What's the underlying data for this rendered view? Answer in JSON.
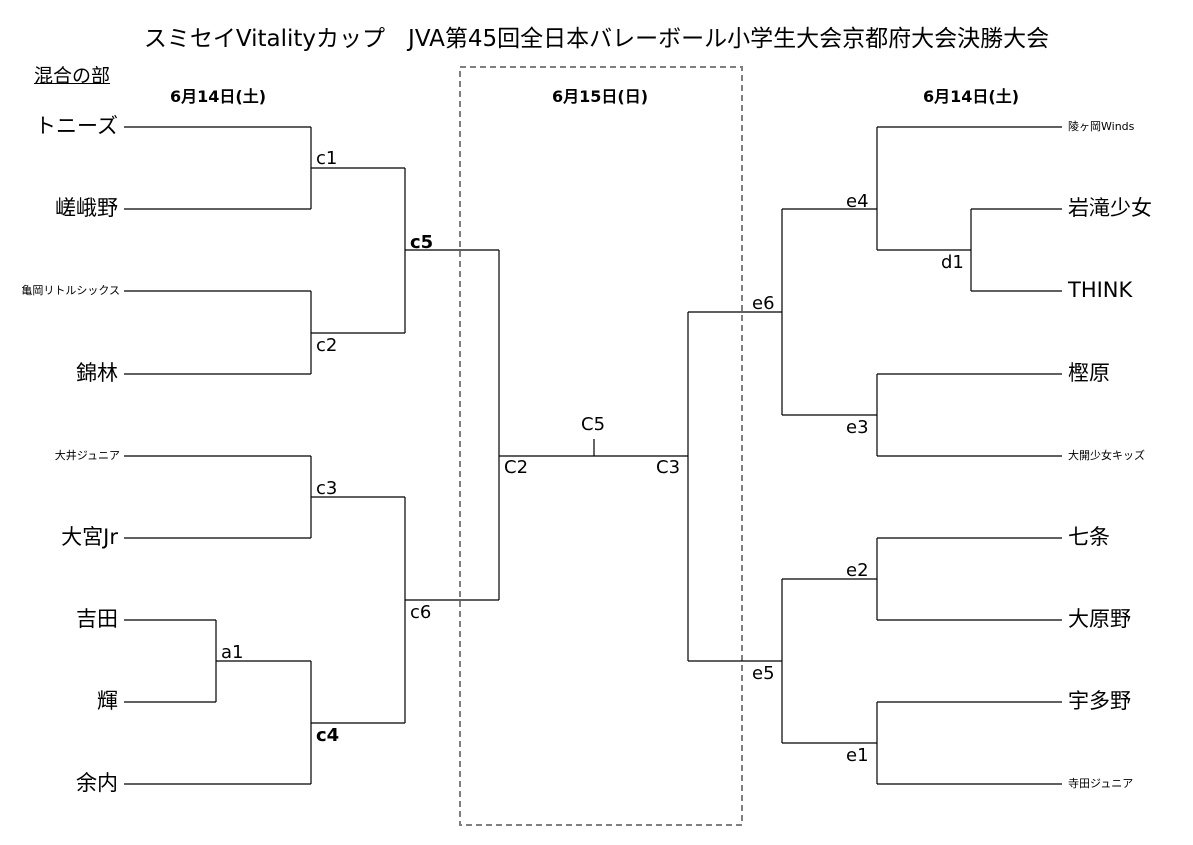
{
  "title": "スミセイVitalityカップ　JVA第45回全日本バレーボール小学生大会京都府大会決勝大会",
  "division": "混合の部",
  "dates": {
    "left": "6月14日(土)",
    "center": "6月15日(日)",
    "right": "6月14日(土)"
  },
  "left_teams": [
    "トニーズ",
    "嵯峨野",
    "亀岡リトルシックス",
    "錦林",
    "大井ジュニア",
    "大宮Jr",
    "吉田",
    "輝",
    "余内"
  ],
  "right_teams": [
    "陵ヶ岡Winds",
    "岩滝少女",
    "THINK",
    "樫原",
    "大開少女キッズ",
    "七条",
    "大原野",
    "宇多野",
    "寺田ジュニア"
  ],
  "matches": {
    "a1": "a1",
    "c1": "c1",
    "c2": "c2",
    "c3": "c3",
    "c4": "c4",
    "c5": "c5",
    "c6": "c6",
    "C2": "C2",
    "C3": "C3",
    "C5": "C5",
    "d1": "d1",
    "e1": "e1",
    "e2": "e2",
    "e3": "e3",
    "e4": "e4",
    "e5": "e5",
    "e6": "e6"
  },
  "colors": {
    "line": "#000000",
    "dashed_box": "#7f7f7f"
  }
}
